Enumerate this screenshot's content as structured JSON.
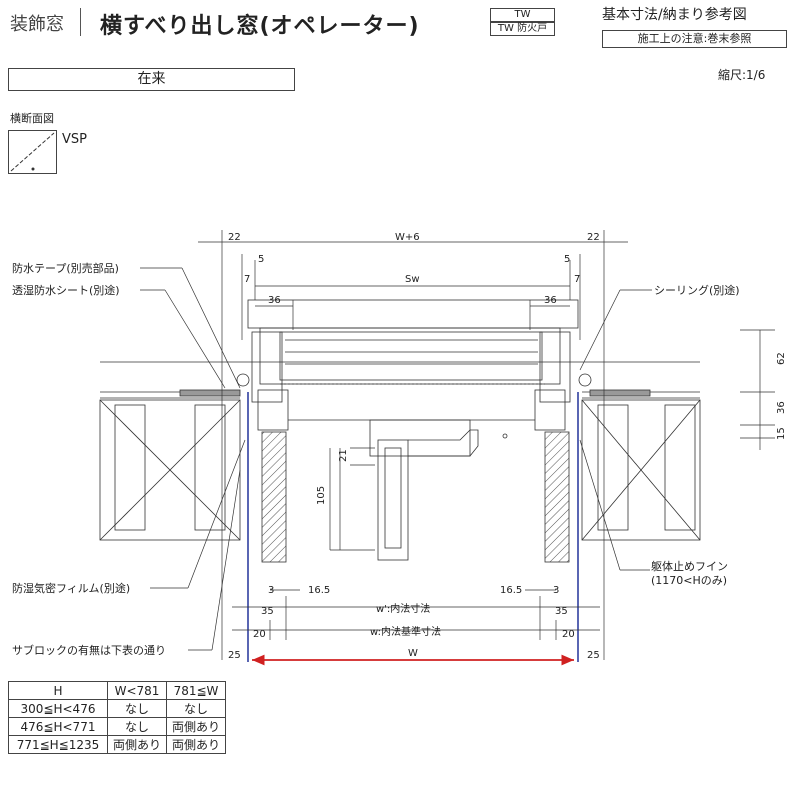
{
  "header": {
    "category": "装飾窓",
    "title": "横すべり出し窓(オペレーター)",
    "tag_tw": "TW",
    "tag_tw_fire": "TW 防火戸",
    "doc_type": "基本寸法/納まり参考図",
    "note": "施工上の注意:巻末参照"
  },
  "type_label": "在来",
  "scale": "縮尺:1/6",
  "section_title": "横断面図",
  "vsp_label": "VSP",
  "dimensions": {
    "w_plus_6": "W+6",
    "d22_left": "22",
    "d22_right": "22",
    "d5_left": "5",
    "d5_right": "5",
    "d7_left": "7",
    "d7_right": "7",
    "sw": "Sw",
    "d36_left": "36",
    "d36_right": "36",
    "d62": "62",
    "d36_side": "36",
    "d15": "15",
    "d21": "21",
    "d105": "105",
    "d3_left": "3",
    "d3_right": "3",
    "d16_5_left": "16.5",
    "d16_5_right": "16.5",
    "d35_left": "35",
    "d35_right": "35",
    "w_prime": "w':内法寸法",
    "d20_left": "20",
    "d20_right": "20",
    "w_std": "w:内法基準寸法",
    "d25_left": "25",
    "d25_right": "25",
    "w": "W"
  },
  "callouts": {
    "waterproof_tape": "防水テープ(別売部品)",
    "moisture_sheet": "透湿防水シート(別途)",
    "sealing": "シーリング(別途)",
    "body_fin": "躯体止めフイン",
    "body_fin_note": "(1170<Hのみ)",
    "vapor_film": "防湿気密フィルム(別途)",
    "sub_block": "サブロックの有無は下表の通り"
  },
  "table": {
    "headers": [
      "H",
      "W<781",
      "781≦W"
    ],
    "rows": [
      [
        "300≦H<476",
        "なし",
        "なし"
      ],
      [
        "476≦H<771",
        "なし",
        "両側あり"
      ],
      [
        "771≦H≦1235",
        "両側あり",
        "両側あり"
      ]
    ]
  },
  "colors": {
    "frame_line": "#3040a0",
    "w_arrow": "#d02020",
    "line": "#333333"
  }
}
